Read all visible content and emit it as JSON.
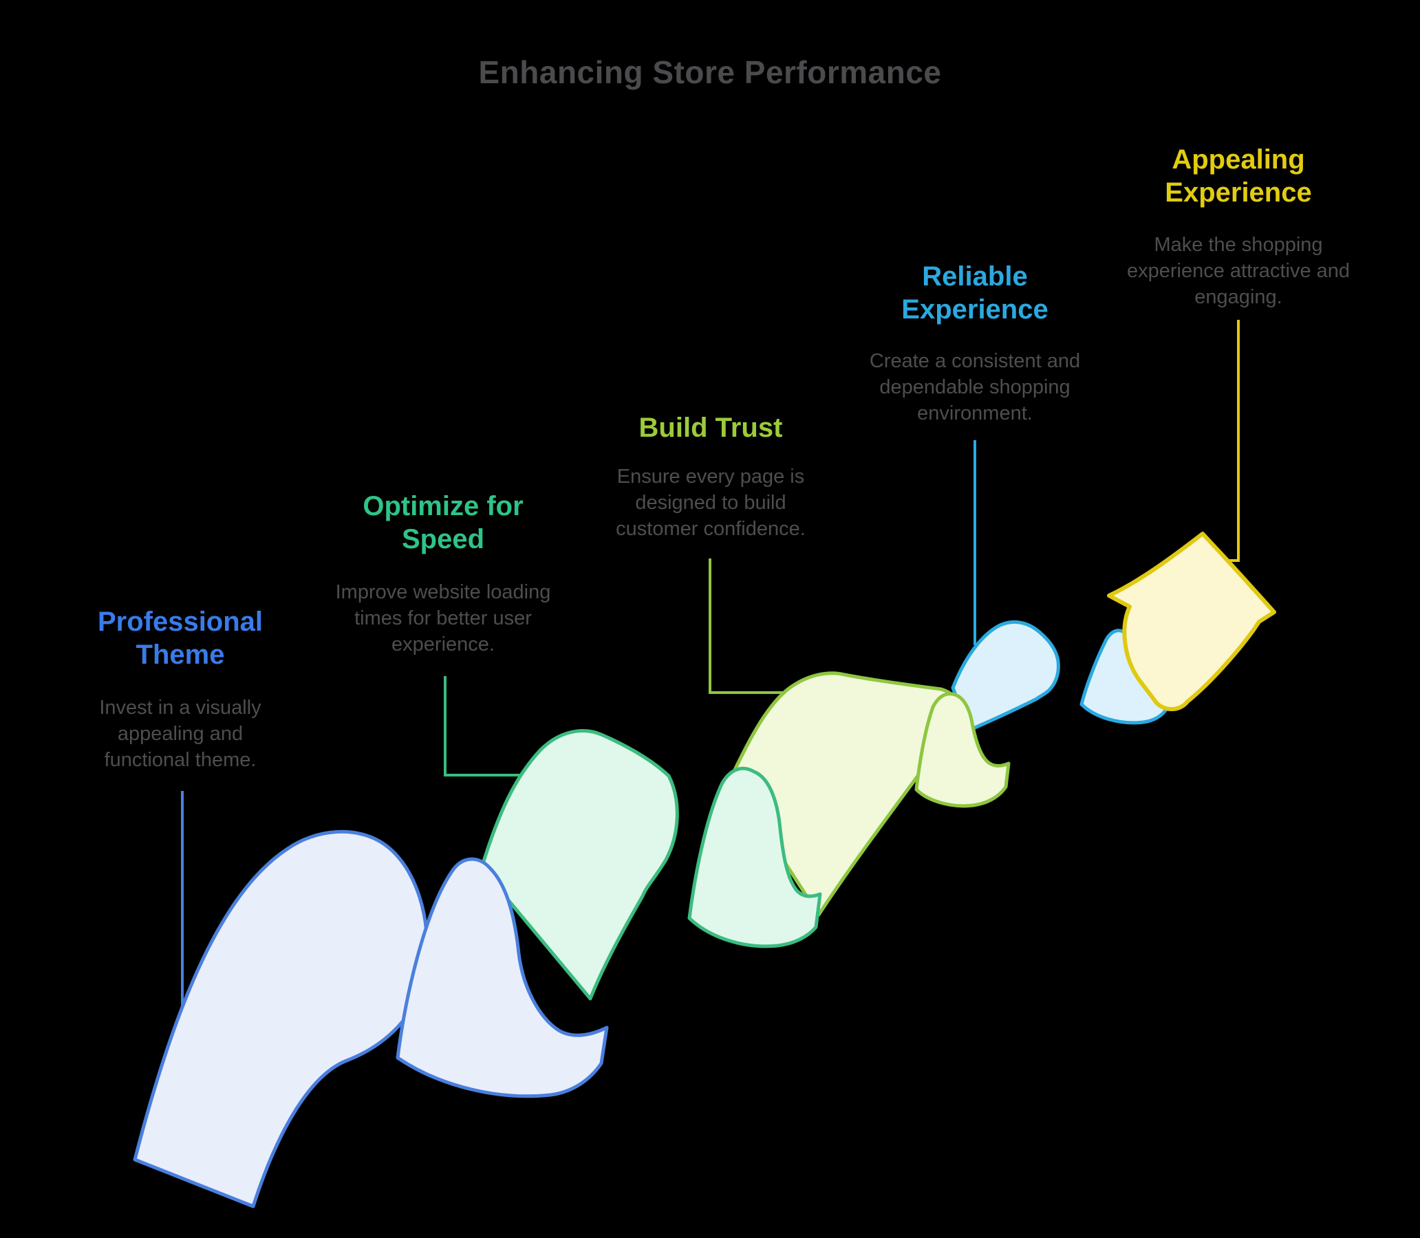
{
  "title": "Enhancing Store Performance",
  "title_color": "#4b4b4e",
  "description_color": "#4e4e51",
  "background_color": "#000000",
  "stages": [
    {
      "heading": "Professional Theme",
      "description": "Invest in a visually appealing and functional theme.",
      "color": "#3a7bea",
      "ribbon_fill": "#e9eefb",
      "ribbon_stroke": "#4a7fdd"
    },
    {
      "heading": "Optimize for Speed",
      "description": "Improve website loading times for better user experience.",
      "color": "#2ec488",
      "ribbon_fill": "#e0f8eb",
      "ribbon_stroke": "#3cbc80"
    },
    {
      "heading": "Build Trust",
      "description": "Ensure every page is designed to build customer confidence.",
      "color": "#9ccb3a",
      "ribbon_fill": "#f1f9da",
      "ribbon_stroke": "#8fc640"
    },
    {
      "heading": "Reliable Experience",
      "description": "Create a consistent and dependable shopping environment.",
      "color": "#2ba9e0",
      "ribbon_fill": "#dcf1fc",
      "ribbon_stroke": "#2aa9df"
    },
    {
      "heading": "Appealing Experience",
      "description": "Make the shopping experience attractive and engaging.",
      "color": "#e2cc0f",
      "ribbon_fill": "#fcf7d0",
      "ribbon_stroke": "#dfc912"
    }
  ],
  "icons": {
    "growth_arrow": "up-right-arrow"
  }
}
